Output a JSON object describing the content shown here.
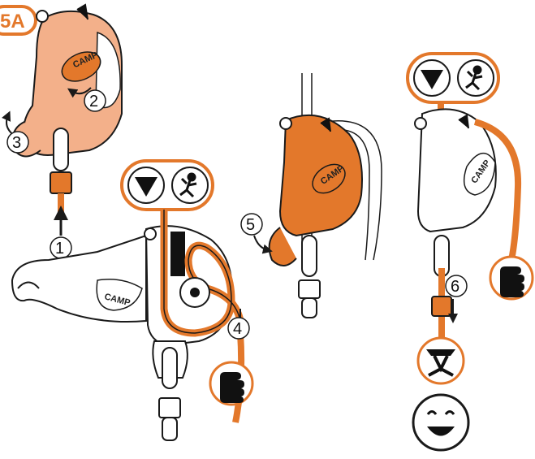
{
  "badge": {
    "label": "5A"
  },
  "brand": {
    "name": "CAMP"
  },
  "steps": [
    {
      "label": "1"
    },
    {
      "label": "2"
    },
    {
      "label": "3"
    },
    {
      "label": "4"
    },
    {
      "label": "5"
    },
    {
      "label": "6"
    }
  ],
  "icons": [
    "warning-triangle-icon",
    "climber-icon",
    "gloved-hand-icon",
    "harness-icon",
    "smiley-face-icon",
    "arrow-icon",
    "carabiner-icon"
  ],
  "colors": {
    "accent": "#e3782b",
    "accent_light": "#f3b08a",
    "line": "#1a1a1a"
  }
}
